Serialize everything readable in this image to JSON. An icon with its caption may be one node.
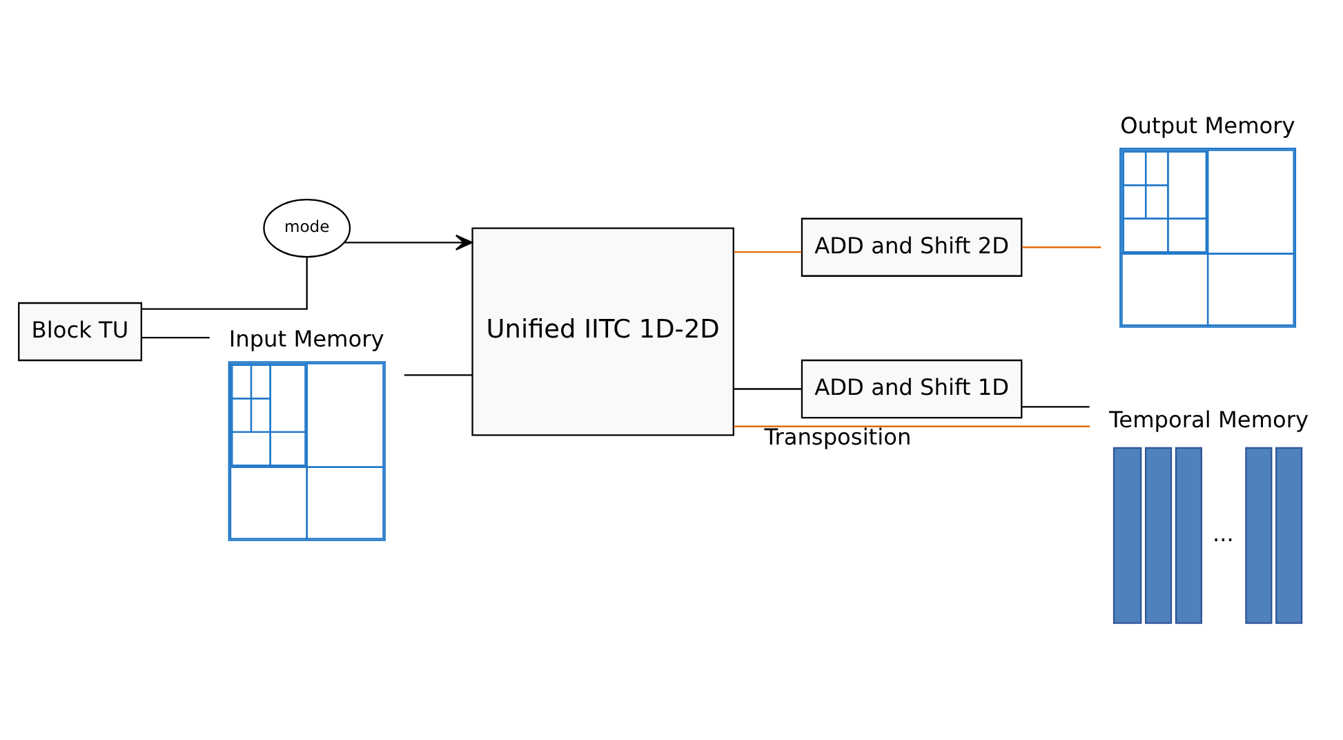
{
  "diagram": {
    "nodes": [
      {
        "text": [
          "Block TU"
        ]
      },
      {
        "text": [
          "mode"
        ]
      },
      {
        "text": [
          "Input Memory"
        ]
      },
      {
        "text": [
          "Unified IITC 1D-2D"
        ]
      },
      {
        "text": [
          "ADD and Shift 2D"
        ]
      },
      {
        "text": [
          "Output Memory"
        ]
      },
      {
        "text": [
          "ADD and Shift 1D"
        ]
      },
      {
        "text": [
          "Temporal Memory",
          "..."
        ]
      }
    ],
    "edges": [
      {
        "from": 0,
        "to": 2,
        "arrow": "none"
      },
      {
        "from": 2,
        "to": 3,
        "arrow": "none"
      },
      {
        "from": 0,
        "to": 1,
        "arrow": "none"
      },
      {
        "from": 1,
        "to": 3,
        "arrow": "to"
      },
      {
        "from": 3,
        "to": 4,
        "arrow": "none",
        "color": "#e46c0a"
      },
      {
        "from": 4,
        "to": 5,
        "arrow": "none",
        "color": "#e46c0a"
      },
      {
        "from": 3,
        "to": 6,
        "arrow": "none"
      },
      {
        "from": 6,
        "to": 7,
        "arrow": "none"
      },
      {
        "from": 7,
        "to": 3,
        "arrow": "none",
        "label": "Transposition",
        "color": "#e46c0a"
      }
    ]
  }
}
